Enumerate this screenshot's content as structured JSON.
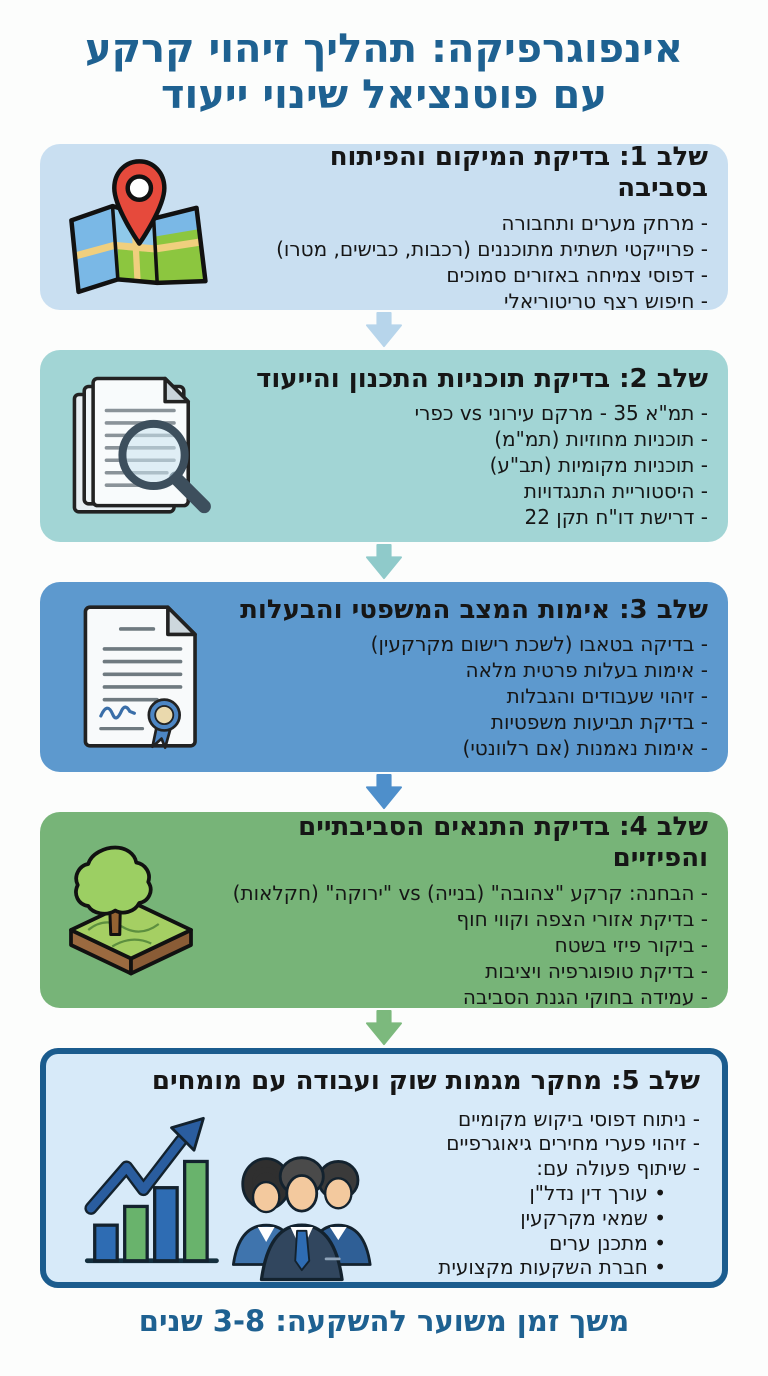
{
  "title": {
    "line1": "אינפוגרפיקה: תהליך זיהוי קרקע",
    "line2": "עם פוטנציאל שינוי ייעוד"
  },
  "sections": [
    {
      "heading": "שלב 1: בדיקת המיקום והפיתוח בסביבה",
      "icon": "map-pin-icon",
      "items": [
        "- מרחק מערים ותחבורה",
        "- פרוייקטי תשתית מתוכננים (רכבות, כבישים, מטרו)",
        "- דפוסי צמיחה באזורים סמוכים",
        "- חיפוש רצף טריטוריאלי"
      ]
    },
    {
      "heading": "שלב 2: בדיקת תוכניות התכנון והייעוד",
      "icon": "documents-magnifier-icon",
      "items": [
        "- תמ\"א 35 - מרקם עירוני vs כפרי",
        "- תוכניות מחוזיות (תמ\"מ)",
        "- תוכניות מקומיות (תב\"ע)",
        "- היסטוריית התנגדויות",
        "- דרישת דו\"ח תקן 22"
      ]
    },
    {
      "heading": "שלב 3: אימות המצב המשפטי והבעלות",
      "icon": "certificate-seal-icon",
      "items": [
        "- בדיקה בטאבו (לשכת רישום מקרקעין)",
        "- אימות בעלות פרטית מלאה",
        "- זיהוי שעבודים והגבלות",
        "- בדיקת תביעות משפטיות",
        "- אימות נאמנות (אם רלוונטי)"
      ]
    },
    {
      "heading": "שלב 4: בדיקת התנאים הסביבתיים והפיזיים",
      "icon": "land-plot-tree-icon",
      "items": [
        "- הבחנה: קרקע \"צהובה\" (בנייה) vs \"ירוקה\" (חקלאות)",
        "- בדיקת אזורי הצפה וקווי חוף",
        "- ביקור פיזי בשטח",
        "- בדיקת טופוגרפיה ויציבות",
        "- עמידה בחוקי הגנת הסביבה"
      ]
    },
    {
      "heading": "שלב 5: מחקר מגמות שוק ועבודה עם מומחים",
      "icon": "growth-chart-team-icon",
      "items": [
        "- ניתוח דפוסי ביקוש מקומיים",
        "- זיהוי פערי מחירים גיאוגרפיים",
        "- שיתוף פעולה עם:"
      ],
      "sub_items": [
        "• עורך דין נדל\"ן",
        "• שמאי מקרקעין",
        "• מתכנן ערים",
        "• חברת השקעות מקצועית"
      ]
    }
  ],
  "footer": "משך זמן משוער להשקעה: 3-8 שנים",
  "palette": {
    "title_text": "#1e6191",
    "step1_bg": "#c9dff1",
    "step2_bg": "#a2d5d5",
    "step3_bg": "#5d99ce",
    "step4_bg": "#77b478",
    "step5_bg": "#d7eaf9",
    "step5_border": "#1b5c8e",
    "body_text": "#161616",
    "pin_red": "#e64a3c",
    "bar_blue": "#2e6cb3",
    "bar_green": "#69b36c",
    "arrow1": "#b7d5eb",
    "arrow2": "#8fcaca",
    "arrow3": "#4e8fcb",
    "arrow4": "#7cb97d"
  }
}
